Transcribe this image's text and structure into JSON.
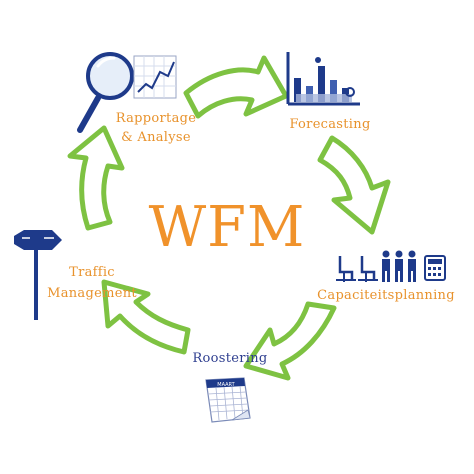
{
  "title": "WFM",
  "steps": [
    {
      "label": "Forecasting",
      "color": "#e8922c"
    },
    {
      "label": "Capaciteitsplanning",
      "color": "#e8922c"
    },
    {
      "label": "Roostering",
      "color": "#2e3e8f"
    },
    {
      "label": "Traffic",
      "color": "#e8922c"
    },
    {
      "label": "Management",
      "color": "#e8922c"
    },
    {
      "label": "Rapportage",
      "color": "#e8922c"
    },
    {
      "label": "& Analyse",
      "color": "#e8922c"
    }
  ],
  "icons": {
    "magnifier": "magnifier-icon",
    "report_chart": "line-chart-icon",
    "forecast": "forecast-chart-icon",
    "capacity": "chairs-people-phone-icon",
    "schedule": "schedule-paper-icon",
    "traffic": "signpost-icon"
  },
  "icon_labels": {
    "schedule_header": "MAART"
  },
  "colors": {
    "arrow_fill": "#ffffff",
    "arrow_stroke": "#7ec242",
    "title": "#f0922b",
    "orange_text": "#e8922c",
    "blue_text": "#2e3e8f",
    "icon_blue": "#1e3a8a"
  }
}
